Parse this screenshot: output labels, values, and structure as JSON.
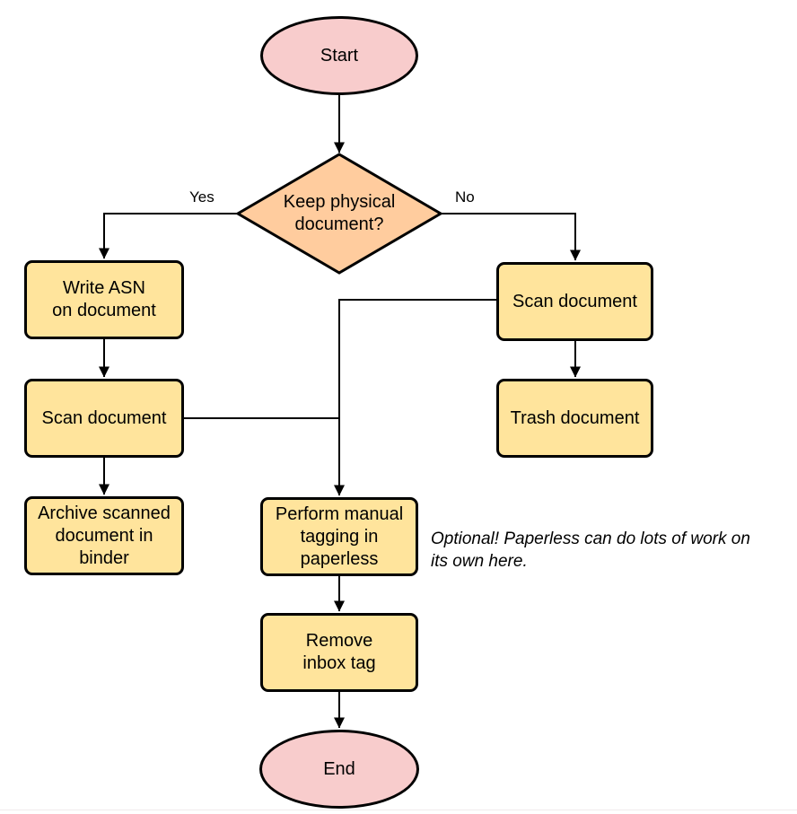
{
  "colors": {
    "terminal_fill": "#f8cccc",
    "decision_fill": "#ffcc9e",
    "process_fill": "#ffe49c",
    "stroke": "#000000",
    "text": "#000000"
  },
  "nodes": {
    "start": {
      "label": "Start",
      "type": "terminal"
    },
    "decision": {
      "label": "Keep physical\ndocument?",
      "type": "decision"
    },
    "write_asn": {
      "label": "Write ASN\non document",
      "type": "process"
    },
    "scan_left": {
      "label": "Scan document",
      "type": "process"
    },
    "archive": {
      "label": "Archive scanned\ndocument in\nbinder",
      "type": "process"
    },
    "scan_right": {
      "label": "Scan document",
      "type": "process"
    },
    "trash": {
      "label": "Trash document",
      "type": "process"
    },
    "perform_tagging": {
      "label": "Perform manual\ntagging in\npaperless",
      "type": "process"
    },
    "remove_inbox_tag": {
      "label": "Remove\ninbox tag",
      "type": "process"
    },
    "end": {
      "label": "End",
      "type": "terminal"
    }
  },
  "edge_labels": {
    "yes": "Yes",
    "no": "No"
  },
  "note": {
    "text": "Optional! Paperless can do lots of work on\nits own here."
  }
}
